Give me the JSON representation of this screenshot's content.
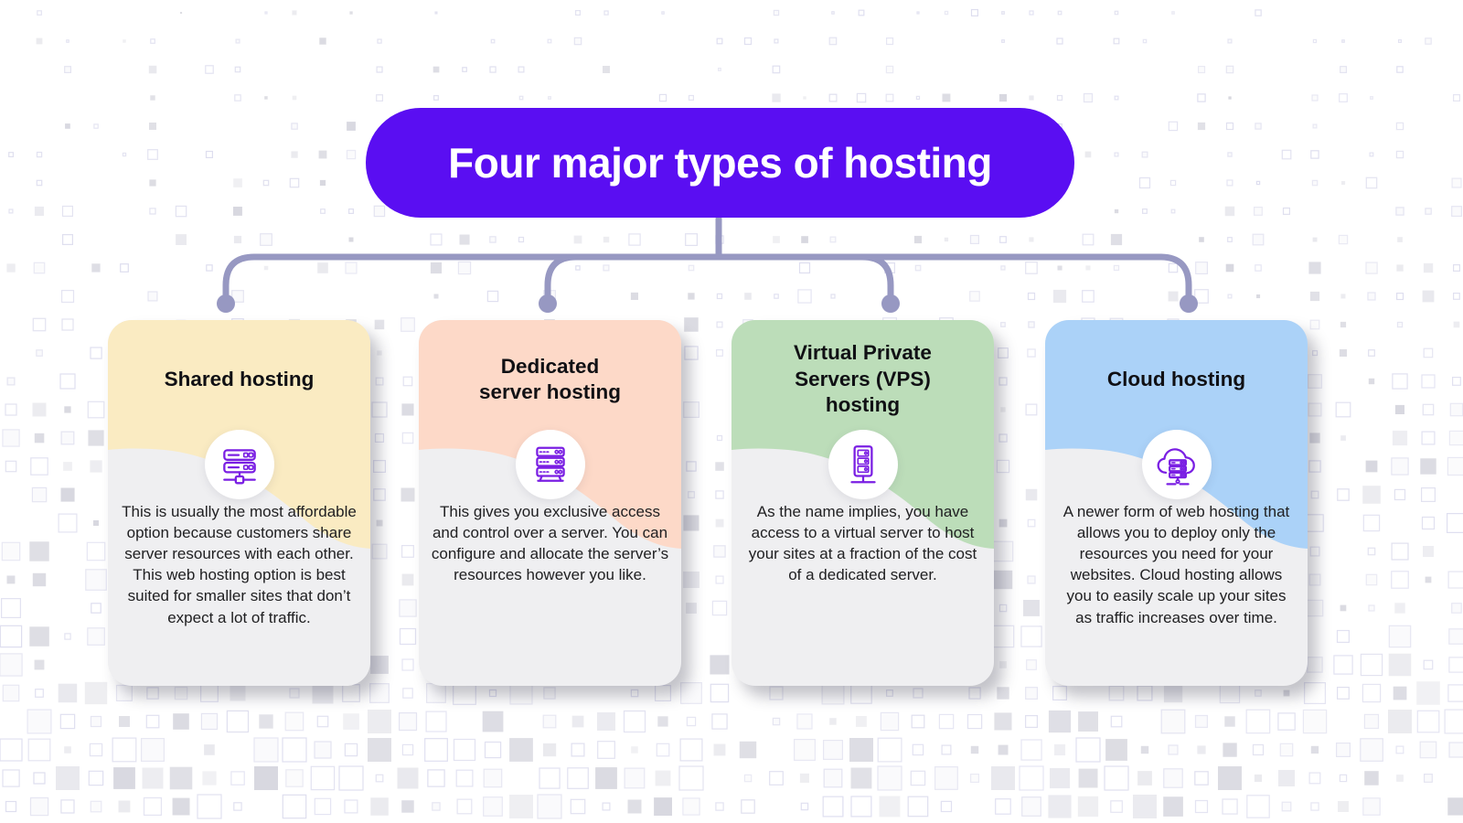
{
  "banner": {
    "title": "Four major types of hosting"
  },
  "colors": {
    "banner_bg": "#5A0EF2",
    "banner_text": "#FFFFFF",
    "connector": "#9798C2",
    "icon": "#7A1FE3",
    "card_body": "#EFEFF1",
    "title_text": "#101014",
    "desc_text": "#202022"
  },
  "cards": [
    {
      "id": "shared-hosting",
      "title": "Shared hosting",
      "header_color": "#FAEBC2",
      "icon": "shared-server-network-icon",
      "description": "This is usually the most affordable option because customers share server resources with each other. This web hosting option is best suited for smaller sites that don’t expect a lot of traffic."
    },
    {
      "id": "dedicated-server-hosting",
      "title": "Dedicated\nserver hosting",
      "header_color": "#FDD9C8",
      "icon": "dedicated-server-rack-icon",
      "description": "This gives you exclusive access and control over a server. You can configure and allocate the server’s resources however you like."
    },
    {
      "id": "vps-hosting",
      "title": "Virtual Private\nServers (VPS)\nhosting",
      "header_color": "#BCDDB9",
      "icon": "vps-tower-icon",
      "description": "As the name implies, you have access to a virtual server to host your sites at a fraction of the cost of a dedicated server."
    },
    {
      "id": "cloud-hosting",
      "title": "Cloud hosting",
      "header_color": "#ABD2F8",
      "icon": "cloud-server-icon",
      "description": "A newer form of web hosting that allows you to deploy only the resources you need for your websites. Cloud hosting allows you to easily scale up your sites as traffic increases over time."
    }
  ]
}
